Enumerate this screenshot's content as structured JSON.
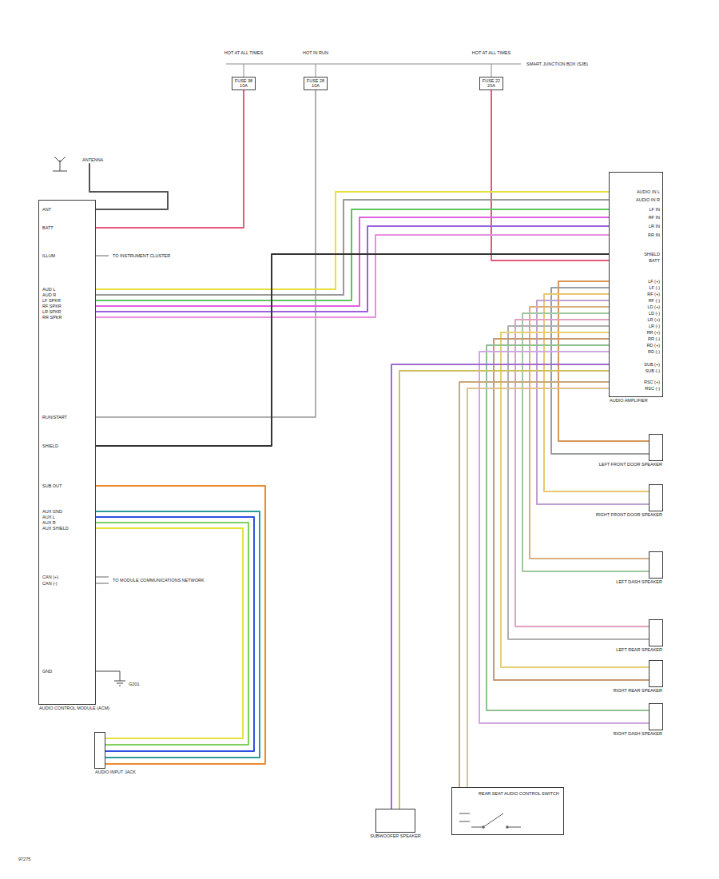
{
  "diagram": {
    "nodes": [
      {
        "text": [
          "ANTENNA"
        ]
      },
      {
        "text": [
          "FUSE 38",
          "10A"
        ]
      },
      {
        "text": [
          "FUSE 28",
          "10A"
        ]
      },
      {
        "text": [
          "FUSE 22",
          "20A"
        ]
      },
      {
        "text": [
          "AUDIO CONTROL MODULE (ACM)"
        ]
      },
      {
        "text": [
          "AUDIO AMPLIFIER"
        ]
      },
      {
        "text": [
          "LEFT FRONT DOOR SPEAKER"
        ]
      },
      {
        "text": [
          "RIGHT FRONT DOOR SPEAKER"
        ]
      },
      {
        "text": [
          "LEFT DASH SPEAKER"
        ]
      },
      {
        "text": [
          "LEFT REAR SPEAKER"
        ]
      },
      {
        "text": [
          "RIGHT REAR SPEAKER"
        ]
      },
      {
        "text": [
          "RIGHT DASH SPEAKER"
        ]
      },
      {
        "text": [
          "AUDIO INPUT JACK"
        ]
      },
      {
        "text": [
          "SUBWOOFER SPEAKER"
        ]
      },
      {
        "text": [
          "REAR SEAT AUDIO CONTROL SWITCH"
        ]
      }
    ],
    "edges": [
      {
        "from": 0,
        "to": 4,
        "arrow": "none"
      },
      {
        "from": 1,
        "to": 4,
        "arrow": "none"
      },
      {
        "from": 2,
        "to": 4,
        "arrow": "none"
      },
      {
        "from": 3,
        "to": 5,
        "arrow": "none"
      },
      {
        "from": 4,
        "to": 5,
        "arrow": "none"
      },
      {
        "from": 4,
        "to": 5,
        "arrow": "none"
      },
      {
        "from": 4,
        "to": 5,
        "arrow": "none"
      },
      {
        "from": 4,
        "to": 5,
        "arrow": "none"
      },
      {
        "from": 4,
        "to": 5,
        "arrow": "none"
      },
      {
        "from": 4,
        "to": 5,
        "arrow": "none"
      },
      {
        "from": 4,
        "to": 5,
        "arrow": "none"
      },
      {
        "from": 5,
        "to": 6,
        "arrow": "none"
      },
      {
        "from": 5,
        "to": 6,
        "arrow": "none"
      },
      {
        "from": 5,
        "to": 7,
        "arrow": "none"
      },
      {
        "from": 5,
        "to": 7,
        "arrow": "none"
      },
      {
        "from": 5,
        "to": 8,
        "arrow": "none"
      },
      {
        "from": 5,
        "to": 8,
        "arrow": "none"
      },
      {
        "from": 5,
        "to": 9,
        "arrow": "none"
      },
      {
        "from": 5,
        "to": 9,
        "arrow": "none"
      },
      {
        "from": 5,
        "to": 10,
        "arrow": "none"
      },
      {
        "from": 5,
        "to": 10,
        "arrow": "none"
      },
      {
        "from": 5,
        "to": 11,
        "arrow": "none"
      },
      {
        "from": 5,
        "to": 11,
        "arrow": "none"
      },
      {
        "from": 5,
        "to": 13,
        "arrow": "none"
      },
      {
        "from": 5,
        "to": 13,
        "arrow": "none"
      },
      {
        "from": 5,
        "to": 14,
        "arrow": "none"
      },
      {
        "from": 5,
        "to": 14,
        "arrow": "none"
      },
      {
        "from": 4,
        "to": 12,
        "arrow": "none"
      },
      {
        "from": 4,
        "to": 12,
        "arrow": "none"
      },
      {
        "from": 4,
        "to": 12,
        "arrow": "none"
      },
      {
        "from": 4,
        "to": 12,
        "arrow": "none"
      },
      {
        "from": 4,
        "to": 12,
        "arrow": "none"
      }
    ],
    "labels": [
      "HOT AT ALL TIMES",
      "HOT IN RUN",
      "HOT AT ALL TIMES",
      "SMART JUNCTION BOX (SJB)",
      "ANT",
      "BATT",
      "ILLUM",
      "AUD L",
      "AUD R",
      "LF SPKR",
      "RF SPKR",
      "LR SPKR",
      "RR SPKR",
      "RUN/START",
      "SHIELD",
      "SUB OUT",
      "AUX GND",
      "AUX L",
      "AUX R",
      "AUX SHIELD",
      "CAN (+)",
      "CAN (-)",
      "GND",
      "TO INSTRUMENT CLUSTER",
      "TO MODULE COMMUNICATIONS NETWORK",
      "G201",
      "AUDIO IN L",
      "AUDIO IN R",
      "LF IN",
      "RF IN",
      "LR IN",
      "RR IN",
      "SHIELD",
      "BATT",
      "LF (+)",
      "LF (-)",
      "RF (+)",
      "RF (-)",
      "LD (+)",
      "LD (-)",
      "LR (+)",
      "LR (-)",
      "RR (+)",
      "RR (-)",
      "RD (+)",
      "RD (-)",
      "SUB (+)",
      "SUB (-)",
      "RSC (+)",
      "RSC (-)",
      "97275"
    ]
  }
}
